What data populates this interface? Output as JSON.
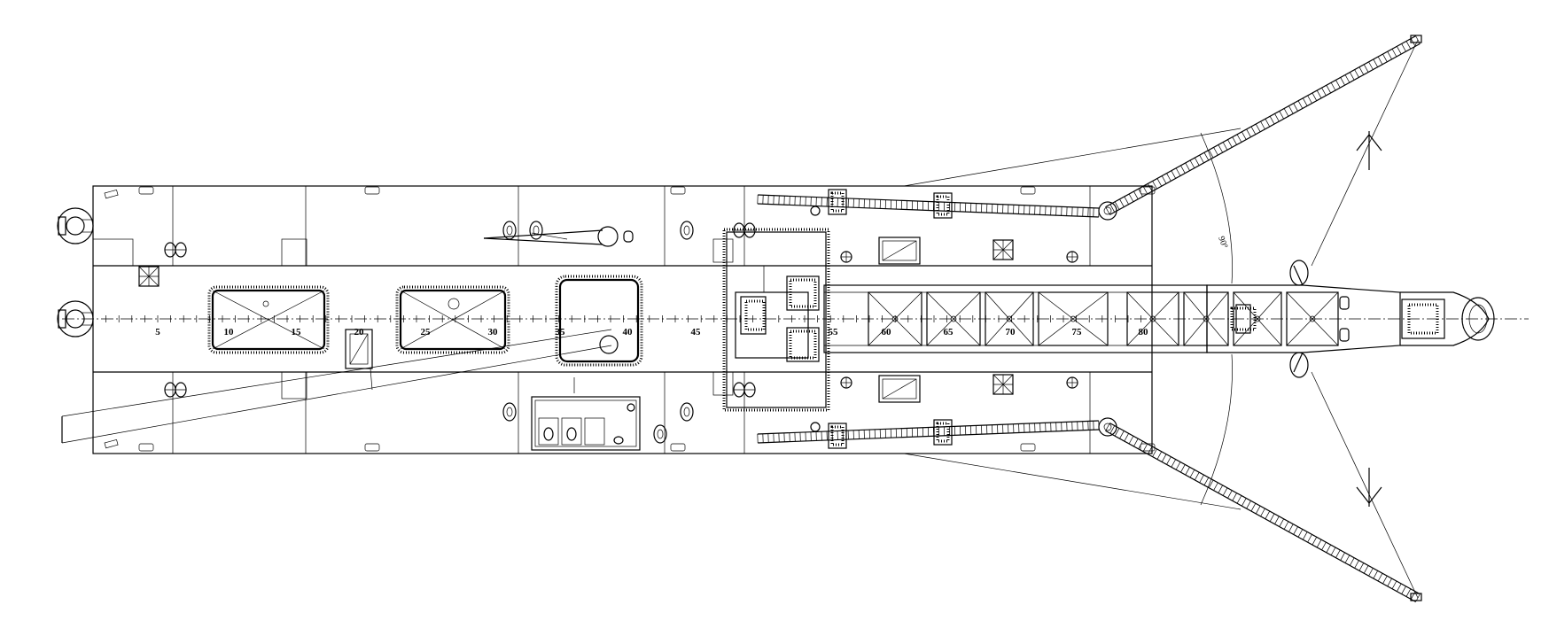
{
  "drawing": {
    "frame_labels": [
      "5",
      "10",
      "15",
      "20",
      "25",
      "30",
      "35",
      "40",
      "45",
      "55",
      "60",
      "65",
      "70",
      "75",
      "80"
    ],
    "angle_label": "90°",
    "colors": {
      "line": "#000000",
      "background": "#ffffff"
    }
  }
}
